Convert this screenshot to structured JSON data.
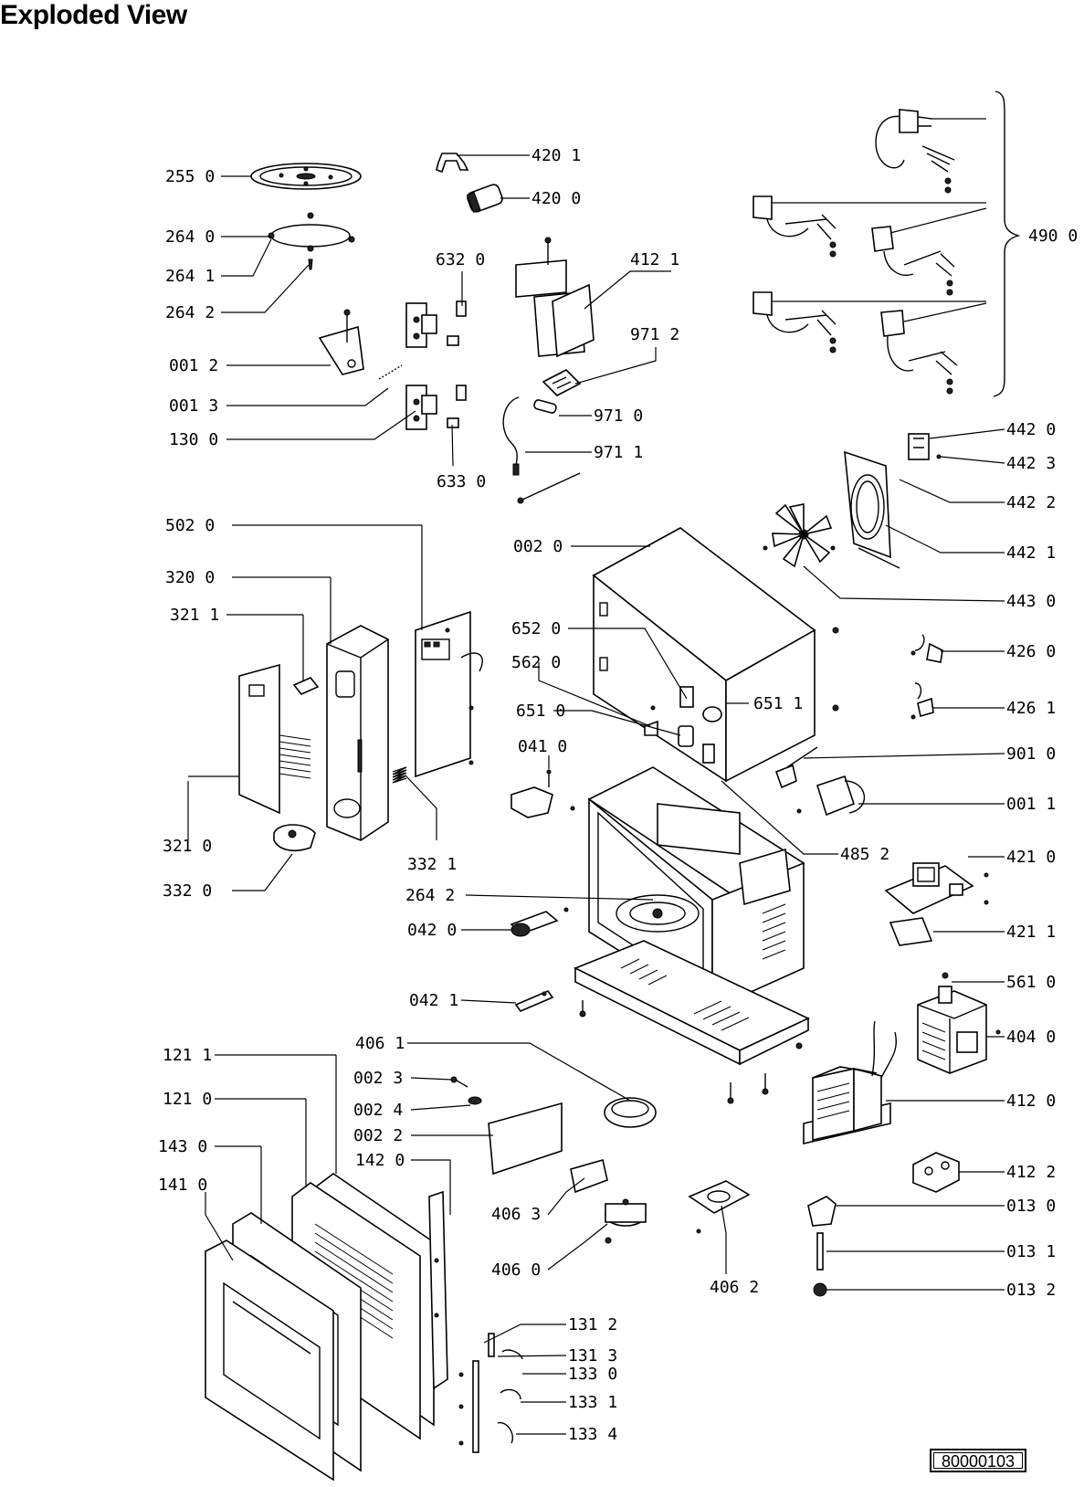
{
  "title": "Exploded View",
  "doc_number": "80000103",
  "labels": [
    {
      "id": "p255_0",
      "text": "255 0"
    },
    {
      "id": "p264_0",
      "text": "264 0"
    },
    {
      "id": "p264_1",
      "text": "264 1"
    },
    {
      "id": "p264_2",
      "text": "264 2"
    },
    {
      "id": "p001_2",
      "text": "001 2"
    },
    {
      "id": "p001_3",
      "text": "001 3"
    },
    {
      "id": "p130_0",
      "text": "130 0"
    },
    {
      "id": "p420_1",
      "text": "420 1"
    },
    {
      "id": "p420_0",
      "text": "420 0"
    },
    {
      "id": "p632_0",
      "text": "632 0"
    },
    {
      "id": "p412_1",
      "text": "412 1"
    },
    {
      "id": "p971_2",
      "text": "971 2"
    },
    {
      "id": "p971_0",
      "text": "971 0"
    },
    {
      "id": "p971_1",
      "text": "971 1"
    },
    {
      "id": "p633_0",
      "text": "633 0"
    },
    {
      "id": "p490_0",
      "text": "490 0"
    },
    {
      "id": "p442_0",
      "text": "442 0"
    },
    {
      "id": "p442_3",
      "text": "442 3"
    },
    {
      "id": "p442_2",
      "text": "442 2"
    },
    {
      "id": "p442_1",
      "text": "442 1"
    },
    {
      "id": "p443_0",
      "text": "443 0"
    },
    {
      "id": "p502_0",
      "text": "502 0"
    },
    {
      "id": "p320_0",
      "text": "320 0"
    },
    {
      "id": "p321_1",
      "text": "321 1"
    },
    {
      "id": "p002_0",
      "text": "002 0"
    },
    {
      "id": "p652_0",
      "text": "652 0"
    },
    {
      "id": "p562_0",
      "text": "562 0"
    },
    {
      "id": "p651_0",
      "text": "651 0"
    },
    {
      "id": "p651_1",
      "text": "651 1"
    },
    {
      "id": "p426_0",
      "text": "426 0"
    },
    {
      "id": "p426_1",
      "text": "426 1"
    },
    {
      "id": "p041_0",
      "text": "041 0"
    },
    {
      "id": "p901_0",
      "text": "901 0"
    },
    {
      "id": "p001_1",
      "text": "001 1"
    },
    {
      "id": "p321_0",
      "text": "321 0"
    },
    {
      "id": "p332_1",
      "text": "332 1"
    },
    {
      "id": "p485_2",
      "text": "485 2"
    },
    {
      "id": "p332_0",
      "text": "332 0"
    },
    {
      "id": "p264_2b",
      "text": "264 2"
    },
    {
      "id": "p421_0",
      "text": "421 0"
    },
    {
      "id": "p042_0",
      "text": "042 0"
    },
    {
      "id": "p421_1",
      "text": "421 1"
    },
    {
      "id": "p561_0",
      "text": "561 0"
    },
    {
      "id": "p042_1",
      "text": "042 1"
    },
    {
      "id": "p404_0",
      "text": "404 0"
    },
    {
      "id": "p406_1",
      "text": "406 1"
    },
    {
      "id": "p121_1",
      "text": "121 1"
    },
    {
      "id": "p002_3",
      "text": "002 3"
    },
    {
      "id": "p412_0",
      "text": "412 0"
    },
    {
      "id": "p121_0",
      "text": "121 0"
    },
    {
      "id": "p002_4",
      "text": "002 4"
    },
    {
      "id": "p002_2",
      "text": "002 2"
    },
    {
      "id": "p143_0",
      "text": "143 0"
    },
    {
      "id": "p142_0",
      "text": "142 0"
    },
    {
      "id": "p412_2",
      "text": "412 2"
    },
    {
      "id": "p141_0",
      "text": "141 0"
    },
    {
      "id": "p406_3",
      "text": "406 3"
    },
    {
      "id": "p013_0",
      "text": "013 0"
    },
    {
      "id": "p013_1",
      "text": "013 1"
    },
    {
      "id": "p406_0",
      "text": "406 0"
    },
    {
      "id": "p406_2",
      "text": "406 2"
    },
    {
      "id": "p013_2",
      "text": "013 2"
    },
    {
      "id": "p131_2",
      "text": "131 2"
    },
    {
      "id": "p131_3",
      "text": "131 3"
    },
    {
      "id": "p133_0",
      "text": "133 0"
    },
    {
      "id": "p133_1",
      "text": "133 1"
    },
    {
      "id": "p133_4",
      "text": "133 4"
    }
  ]
}
